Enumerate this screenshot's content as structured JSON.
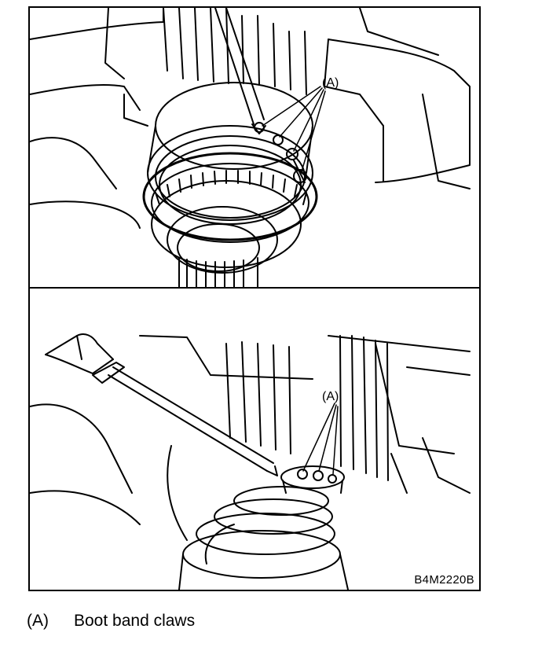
{
  "figure": {
    "callout_label": "(A)",
    "code": "B4M2220B"
  },
  "legend": [
    {
      "key": "(A)",
      "text": "Boot band claws"
    }
  ]
}
